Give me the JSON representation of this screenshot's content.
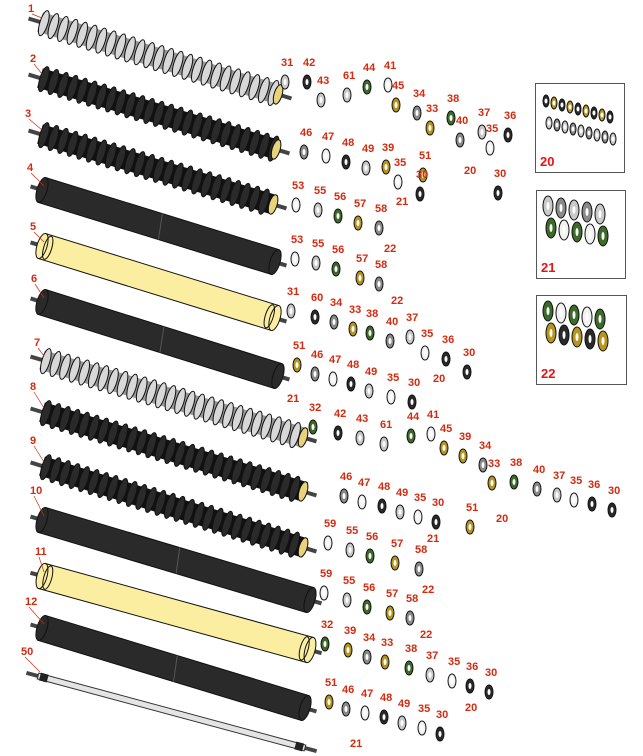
{
  "diagram": {
    "rollers": [
      {
        "callout": "1",
        "kind": "light-ribbed"
      },
      {
        "callout": "2",
        "kind": "dark-ribbed"
      },
      {
        "callout": "3",
        "kind": "dark-ribbed"
      },
      {
        "callout": "4",
        "kind": "smooth-dark"
      },
      {
        "callout": "5",
        "kind": "smooth-yellow"
      },
      {
        "callout": "6",
        "kind": "smooth-dark"
      },
      {
        "callout": "7",
        "kind": "light-ribbed"
      },
      {
        "callout": "8",
        "kind": "dark-ribbed"
      },
      {
        "callout": "9",
        "kind": "dark-ribbed"
      },
      {
        "callout": "10",
        "kind": "smooth-dark"
      },
      {
        "callout": "11",
        "kind": "smooth-yellow"
      },
      {
        "callout": "12",
        "kind": "smooth-dark"
      },
      {
        "callout": "50",
        "kind": "shaft"
      }
    ],
    "part_callouts": [
      "31",
      "42",
      "43",
      "61",
      "44",
      "41",
      "45",
      "34",
      "33",
      "38",
      "40",
      "37",
      "35",
      "36",
      "51",
      "20",
      "30",
      "46",
      "47",
      "48",
      "49",
      "39",
      "35",
      "30",
      "21",
      "53",
      "55",
      "56",
      "57",
      "58",
      "22",
      "53",
      "55",
      "56",
      "57",
      "58",
      "22",
      "31",
      "60",
      "34",
      "33",
      "38",
      "40",
      "37",
      "35",
      "36",
      "30",
      "51",
      "20",
      "46",
      "47",
      "48",
      "49",
      "35",
      "30",
      "21",
      "32",
      "42",
      "43",
      "61",
      "44",
      "41",
      "45",
      "39",
      "34",
      "33",
      "38",
      "40",
      "37",
      "35",
      "36",
      "30",
      "51",
      "20",
      "46",
      "47",
      "48",
      "49",
      "35",
      "30",
      "21",
      "59",
      "55",
      "56",
      "57",
      "58",
      "22",
      "59",
      "55",
      "56",
      "57",
      "58",
      "22",
      "32",
      "39",
      "34",
      "33",
      "38",
      "37",
      "35",
      "36",
      "30",
      "51",
      "20",
      "46",
      "47",
      "48",
      "49",
      "35",
      "30",
      "21"
    ],
    "insets": [
      {
        "label": "20"
      },
      {
        "label": "21"
      },
      {
        "label": "22"
      }
    ],
    "colors": {
      "callout": "#d42a10",
      "inset_label": "#ee1111",
      "yellow": "#fbeea0",
      "dark": "#2a2a2a",
      "light": "#d8d8d8"
    }
  }
}
